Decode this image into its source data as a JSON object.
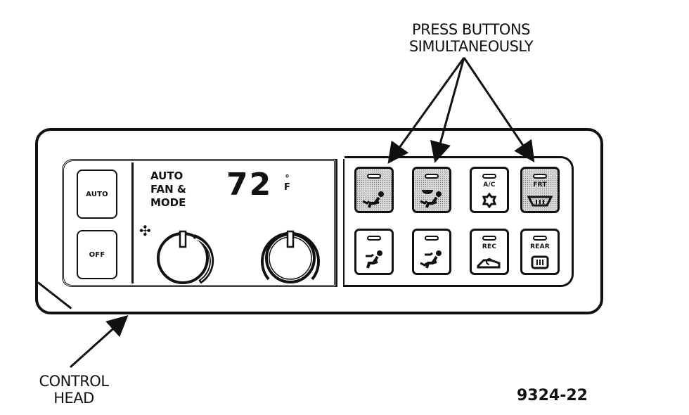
{
  "annotations": {
    "press_buttons": "PRESS BUTTONS\nSIMULTANEOUSLY",
    "control_head": "CONTROL\nHEAD",
    "figure_number": "9324-22"
  },
  "control_head": {
    "left_buttons": [
      {
        "label": "AUTO",
        "icon": "none"
      },
      {
        "label": "OFF",
        "icon": "none"
      }
    ],
    "display": {
      "mode_text": "AUTO\nFAN &\nMODE",
      "temperature": "72",
      "unit_degree": "°",
      "unit": "F"
    },
    "knobs": [
      {
        "name": "fan-speed",
        "icon": "fan-icon"
      },
      {
        "name": "temperature",
        "icon": "none"
      }
    ],
    "hvac_buttons": {
      "top_row": [
        {
          "label": "",
          "icon": "floor-vent-icon",
          "highlighted": true
        },
        {
          "label": "",
          "icon": "defrost-floor-icon",
          "highlighted": true
        },
        {
          "label": "A/C",
          "icon": "snowflake-icon",
          "highlighted": false
        },
        {
          "label": "FRT",
          "icon": "front-defrost-icon",
          "highlighted": true
        }
      ],
      "bottom_row": [
        {
          "label": "",
          "icon": "panel-vent-icon",
          "highlighted": false
        },
        {
          "label": "",
          "icon": "bi-level-vent-icon",
          "highlighted": false
        },
        {
          "label": "REC",
          "icon": "recirculate-icon",
          "highlighted": false
        },
        {
          "label": "REAR",
          "icon": "rear-defrost-icon",
          "highlighted": false
        }
      ]
    }
  },
  "colors": {
    "line": "#111111",
    "shading": "#d6d6d6",
    "background": "#ffffff"
  }
}
